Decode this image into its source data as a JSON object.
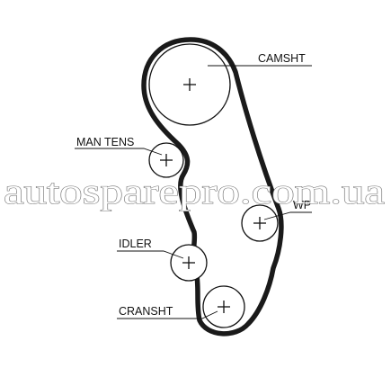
{
  "labels": {
    "camshaft": "CAMSHT",
    "man_tens": "MAN TENS",
    "water_pump": "WP",
    "idler": "IDLER",
    "crankshaft": "CRANSHT"
  },
  "watermark": "autosparepro.com.ua",
  "colors": {
    "belt": "#1a1a1a",
    "line": "#111111",
    "watermark_outline": "#777777",
    "background": "#ffffff"
  }
}
